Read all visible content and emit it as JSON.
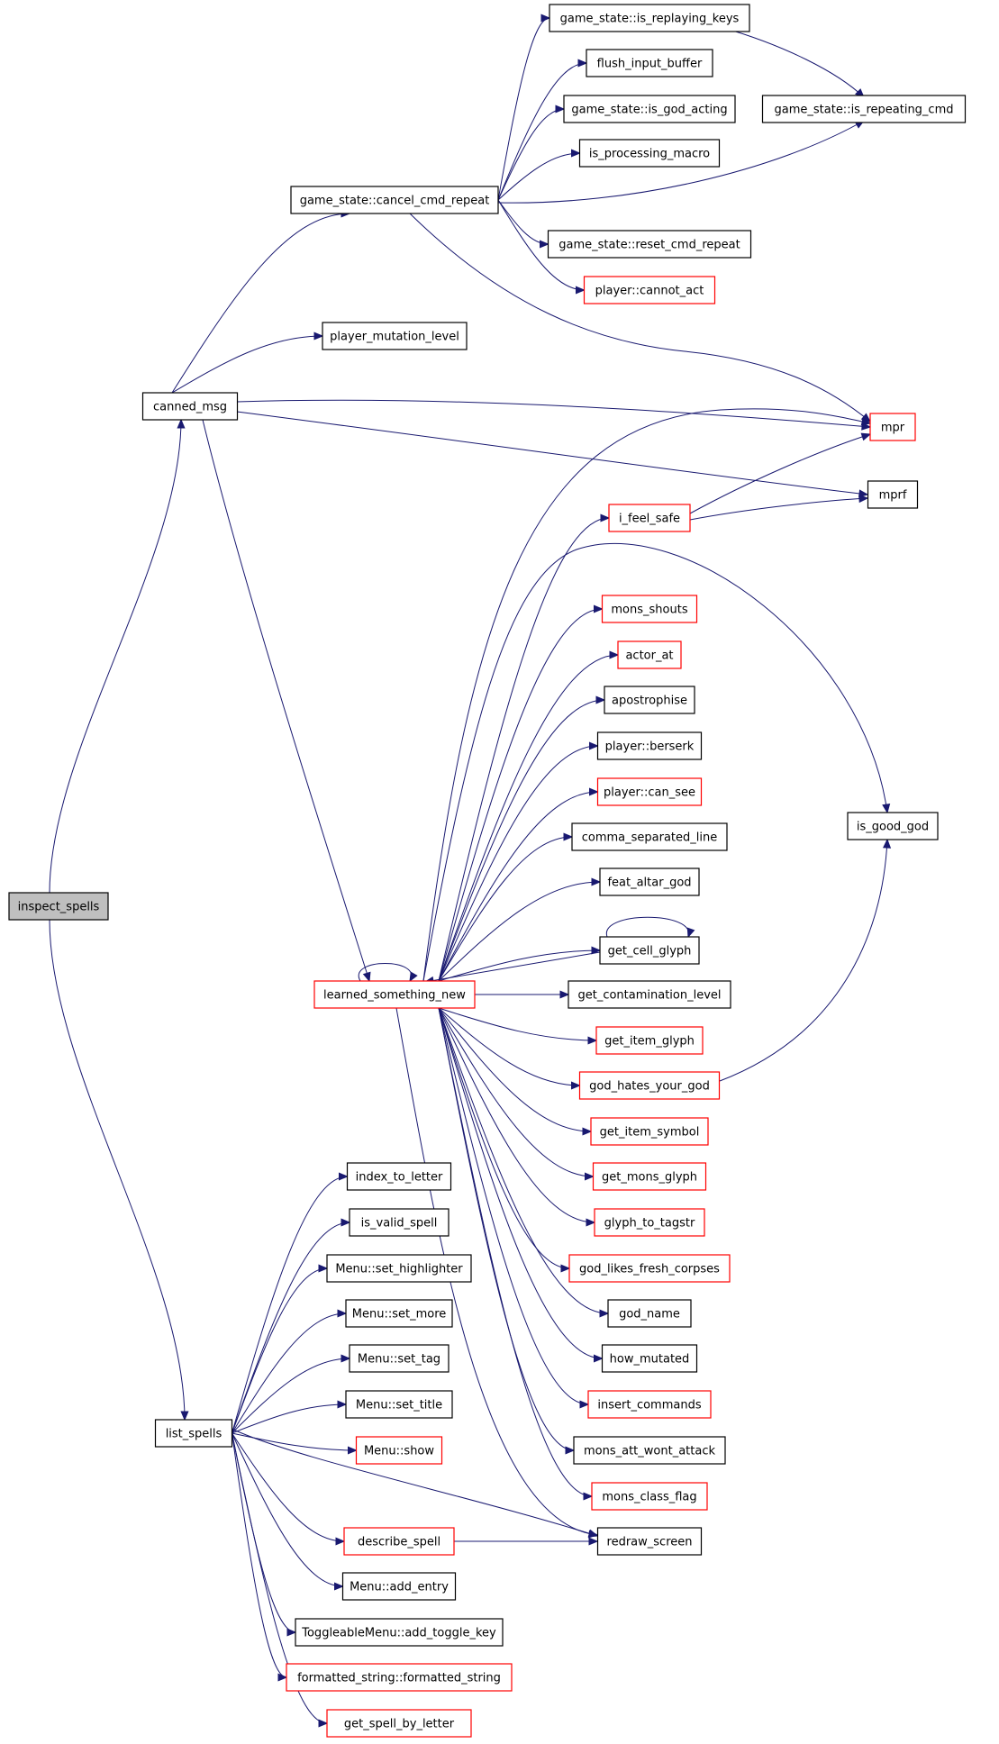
{
  "colors": {
    "edge": "#191970",
    "root_fill": "#bfbfbf",
    "node_border": "#000000",
    "linked_node_border": "#ff0000",
    "node_fill": "#ffffff"
  },
  "nodes": [
    {
      "id": "inspect_spells",
      "label": "inspect_spells",
      "style": "root"
    },
    {
      "id": "canned_msg",
      "label": "canned_msg",
      "style": "plain"
    },
    {
      "id": "list_spells",
      "label": "list_spells",
      "style": "plain"
    },
    {
      "id": "cancel_cmd_repeat",
      "label": "game_state::cancel_cmd_repeat",
      "style": "plain"
    },
    {
      "id": "player_mutation_level",
      "label": "player_mutation_level",
      "style": "plain"
    },
    {
      "id": "learned_something_new",
      "label": "learned_something_new",
      "style": "red"
    },
    {
      "id": "is_replaying_keys",
      "label": "game_state::is_replaying_keys",
      "style": "plain"
    },
    {
      "id": "flush_input_buffer",
      "label": "flush_input_buffer",
      "style": "plain"
    },
    {
      "id": "is_god_acting",
      "label": "game_state::is_god_acting",
      "style": "plain"
    },
    {
      "id": "is_processing_macro",
      "label": "is_processing_macro",
      "style": "plain"
    },
    {
      "id": "reset_cmd_repeat",
      "label": "game_state::reset_cmd_repeat",
      "style": "plain"
    },
    {
      "id": "cannot_act",
      "label": "player::cannot_act",
      "style": "red"
    },
    {
      "id": "is_repeating_cmd",
      "label": "game_state::is_repeating_cmd",
      "style": "plain"
    },
    {
      "id": "mpr",
      "label": "mpr",
      "style": "red"
    },
    {
      "id": "mprf",
      "label": "mprf",
      "style": "plain"
    },
    {
      "id": "i_feel_safe",
      "label": "i_feel_safe",
      "style": "red"
    },
    {
      "id": "mons_shouts",
      "label": "mons_shouts",
      "style": "red"
    },
    {
      "id": "actor_at",
      "label": "actor_at",
      "style": "red"
    },
    {
      "id": "apostrophise",
      "label": "apostrophise",
      "style": "plain"
    },
    {
      "id": "player_berserk",
      "label": "player::berserk",
      "style": "plain"
    },
    {
      "id": "player_can_see",
      "label": "player::can_see",
      "style": "red"
    },
    {
      "id": "comma_separated_line",
      "label": "comma_separated_line",
      "style": "plain"
    },
    {
      "id": "feat_altar_god",
      "label": "feat_altar_god",
      "style": "plain"
    },
    {
      "id": "get_cell_glyph",
      "label": "get_cell_glyph",
      "style": "plain"
    },
    {
      "id": "get_contamination_level",
      "label": "get_contamination_level",
      "style": "plain"
    },
    {
      "id": "get_item_glyph",
      "label": "get_item_glyph",
      "style": "red"
    },
    {
      "id": "god_hates_your_god",
      "label": "god_hates_your_god",
      "style": "red"
    },
    {
      "id": "get_item_symbol",
      "label": "get_item_symbol",
      "style": "red"
    },
    {
      "id": "get_mons_glyph",
      "label": "get_mons_glyph",
      "style": "red"
    },
    {
      "id": "glyph_to_tagstr",
      "label": "glyph_to_tagstr",
      "style": "red"
    },
    {
      "id": "god_likes_fresh_corpses",
      "label": "god_likes_fresh_corpses",
      "style": "red"
    },
    {
      "id": "god_name",
      "label": "god_name",
      "style": "plain"
    },
    {
      "id": "how_mutated",
      "label": "how_mutated",
      "style": "plain"
    },
    {
      "id": "insert_commands",
      "label": "insert_commands",
      "style": "red"
    },
    {
      "id": "mons_att_wont_attack",
      "label": "mons_att_wont_attack",
      "style": "plain"
    },
    {
      "id": "mons_class_flag",
      "label": "mons_class_flag",
      "style": "red"
    },
    {
      "id": "redraw_screen",
      "label": "redraw_screen",
      "style": "plain"
    },
    {
      "id": "is_good_god",
      "label": "is_good_god",
      "style": "plain"
    },
    {
      "id": "index_to_letter",
      "label": "index_to_letter",
      "style": "plain"
    },
    {
      "id": "is_valid_spell",
      "label": "is_valid_spell",
      "style": "plain"
    },
    {
      "id": "set_highlighter",
      "label": "Menu::set_highlighter",
      "style": "plain"
    },
    {
      "id": "set_more",
      "label": "Menu::set_more",
      "style": "plain"
    },
    {
      "id": "set_tag",
      "label": "Menu::set_tag",
      "style": "plain"
    },
    {
      "id": "set_title",
      "label": "Menu::set_title",
      "style": "plain"
    },
    {
      "id": "menu_show",
      "label": "Menu::show",
      "style": "red"
    },
    {
      "id": "describe_spell",
      "label": "describe_spell",
      "style": "red"
    },
    {
      "id": "add_entry",
      "label": "Menu::add_entry",
      "style": "plain"
    },
    {
      "id": "add_toggle_key",
      "label": "ToggleableMenu::add_toggle_key",
      "style": "plain"
    },
    {
      "id": "formatted_string",
      "label": "formatted_string::formatted_string",
      "style": "red"
    },
    {
      "id": "get_spell_by_letter",
      "label": "get_spell_by_letter",
      "style": "red"
    }
  ],
  "edges": [
    [
      "inspect_spells",
      "canned_msg"
    ],
    [
      "inspect_spells",
      "list_spells"
    ],
    [
      "canned_msg",
      "cancel_cmd_repeat"
    ],
    [
      "canned_msg",
      "player_mutation_level"
    ],
    [
      "canned_msg",
      "mpr"
    ],
    [
      "canned_msg",
      "mprf"
    ],
    [
      "canned_msg",
      "learned_something_new"
    ],
    [
      "cancel_cmd_repeat",
      "is_replaying_keys"
    ],
    [
      "cancel_cmd_repeat",
      "flush_input_buffer"
    ],
    [
      "cancel_cmd_repeat",
      "is_god_acting"
    ],
    [
      "cancel_cmd_repeat",
      "is_processing_macro"
    ],
    [
      "cancel_cmd_repeat",
      "is_repeating_cmd"
    ],
    [
      "cancel_cmd_repeat",
      "reset_cmd_repeat"
    ],
    [
      "cancel_cmd_repeat",
      "cannot_act"
    ],
    [
      "cancel_cmd_repeat",
      "mpr"
    ],
    [
      "is_replaying_keys",
      "is_repeating_cmd"
    ],
    [
      "i_feel_safe",
      "mpr"
    ],
    [
      "i_feel_safe",
      "mprf"
    ],
    [
      "learned_something_new",
      "mpr"
    ],
    [
      "learned_something_new",
      "i_feel_safe"
    ],
    [
      "learned_something_new",
      "is_good_god"
    ],
    [
      "learned_something_new",
      "mons_shouts"
    ],
    [
      "learned_something_new",
      "actor_at"
    ],
    [
      "learned_something_new",
      "apostrophise"
    ],
    [
      "learned_something_new",
      "player_berserk"
    ],
    [
      "learned_something_new",
      "player_can_see"
    ],
    [
      "learned_something_new",
      "comma_separated_line"
    ],
    [
      "learned_something_new",
      "feat_altar_god"
    ],
    [
      "learned_something_new",
      "get_cell_glyph"
    ],
    [
      "get_cell_glyph",
      "get_cell_glyph"
    ],
    [
      "get_cell_glyph",
      "learned_something_new"
    ],
    [
      "learned_something_new",
      "learned_something_new"
    ],
    [
      "learned_something_new",
      "get_contamination_level"
    ],
    [
      "learned_something_new",
      "get_item_glyph"
    ],
    [
      "learned_something_new",
      "god_hates_your_god"
    ],
    [
      "god_hates_your_god",
      "is_good_god"
    ],
    [
      "learned_something_new",
      "get_item_symbol"
    ],
    [
      "learned_something_new",
      "get_mons_glyph"
    ],
    [
      "learned_something_new",
      "glyph_to_tagstr"
    ],
    [
      "learned_something_new",
      "god_likes_fresh_corpses"
    ],
    [
      "learned_something_new",
      "god_name"
    ],
    [
      "learned_something_new",
      "how_mutated"
    ],
    [
      "learned_something_new",
      "insert_commands"
    ],
    [
      "learned_something_new",
      "mons_att_wont_attack"
    ],
    [
      "learned_something_new",
      "mons_class_flag"
    ],
    [
      "learned_something_new",
      "redraw_screen"
    ],
    [
      "list_spells",
      "index_to_letter"
    ],
    [
      "list_spells",
      "is_valid_spell"
    ],
    [
      "list_spells",
      "set_highlighter"
    ],
    [
      "list_spells",
      "set_more"
    ],
    [
      "list_spells",
      "set_tag"
    ],
    [
      "list_spells",
      "set_title"
    ],
    [
      "list_spells",
      "menu_show"
    ],
    [
      "list_spells",
      "redraw_screen"
    ],
    [
      "list_spells",
      "describe_spell"
    ],
    [
      "describe_spell",
      "redraw_screen"
    ],
    [
      "list_spells",
      "add_entry"
    ],
    [
      "list_spells",
      "add_toggle_key"
    ],
    [
      "list_spells",
      "formatted_string"
    ],
    [
      "list_spells",
      "get_spell_by_letter"
    ]
  ]
}
